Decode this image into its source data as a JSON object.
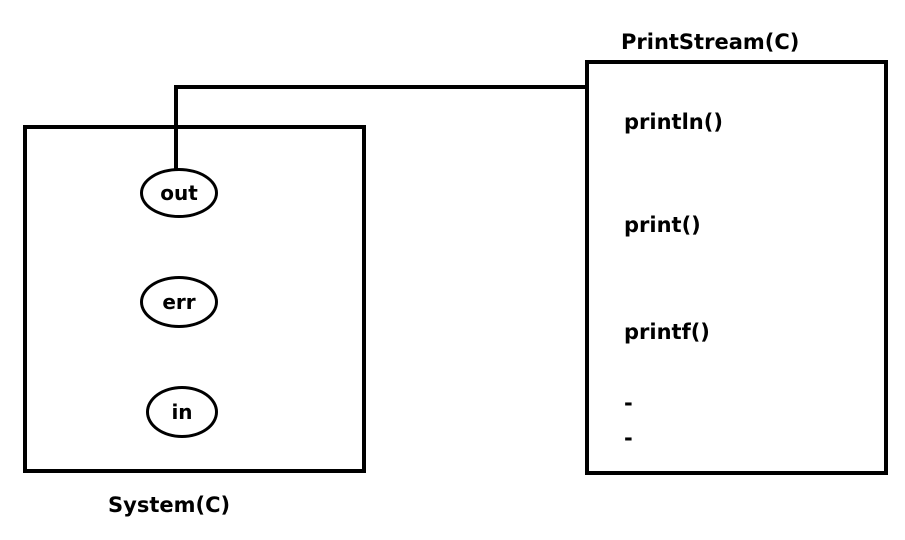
{
  "system": {
    "label": "System(C)",
    "fields": [
      "out",
      "err",
      "in"
    ]
  },
  "printstream": {
    "label": "PrintStream(C)",
    "methods": [
      "println()",
      "print()",
      "printf()",
      "-",
      "-"
    ]
  },
  "colors": {
    "stroke": "#000000",
    "background": "#ffffff"
  }
}
